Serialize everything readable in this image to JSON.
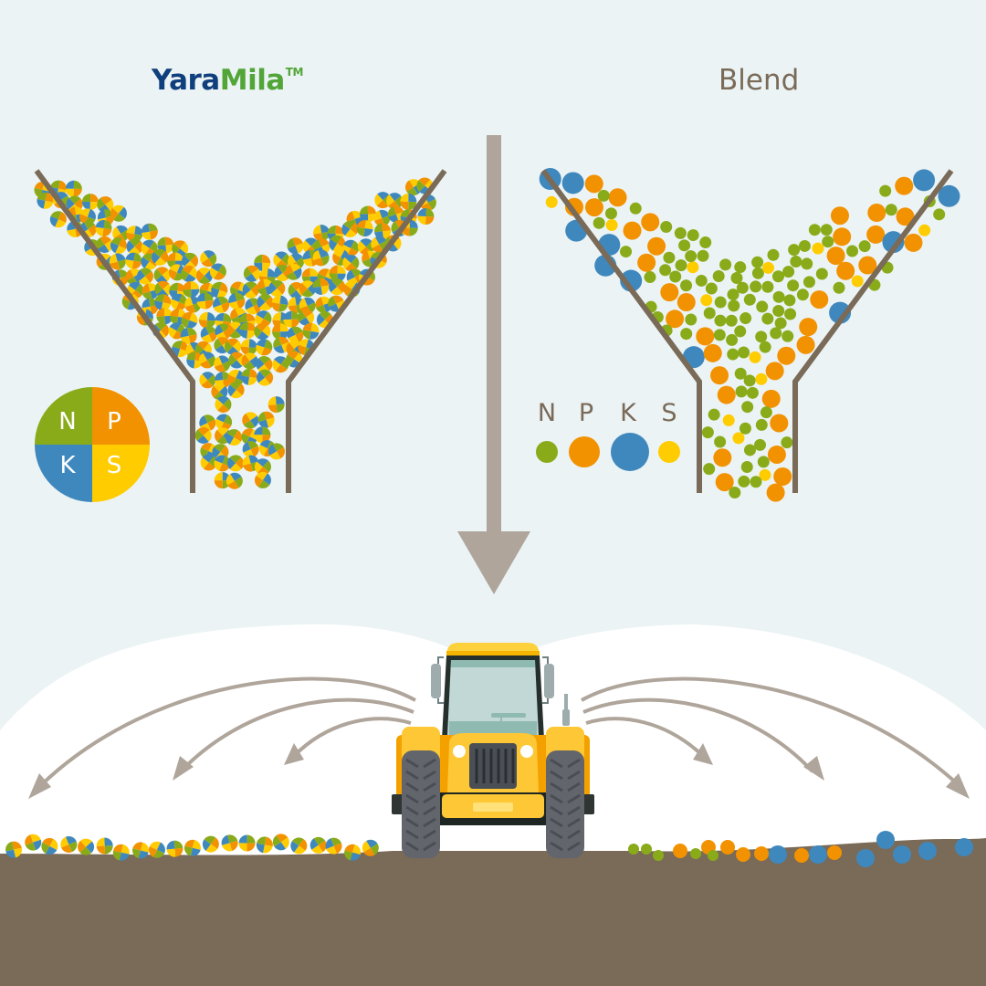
{
  "titles": {
    "left_brand_part1": "Yara",
    "left_brand_part2": "Mila",
    "left_brand_tm": "TM",
    "right": "Blend"
  },
  "colors": {
    "background": "#ebf3f5",
    "field": "#ffffff",
    "soil": "#7a6a58",
    "hopper": "#7a6a58",
    "arrow": "#afa59b",
    "N": "#8aab19",
    "P": "#f29200",
    "K": "#3f88bd",
    "S": "#ffcc00",
    "yara_blue": "#0f3f7d",
    "mila_green": "#52a537"
  },
  "yaramila_legend": {
    "type": "pie",
    "segments": [
      {
        "label": "N",
        "color_key": "N"
      },
      {
        "label": "P",
        "color_key": "P"
      },
      {
        "label": "K",
        "color_key": "K"
      },
      {
        "label": "S",
        "color_key": "S"
      }
    ]
  },
  "blend_legend": {
    "items": [
      {
        "label": "N",
        "color_key": "N",
        "relative_size": "small"
      },
      {
        "label": "P",
        "color_key": "P",
        "relative_size": "medium"
      },
      {
        "label": "K",
        "color_key": "K",
        "relative_size": "large"
      },
      {
        "label": "S",
        "color_key": "S",
        "relative_size": "small"
      }
    ]
  },
  "diagram": {
    "left_hopper": "YaraMila compound granules (each granule contains N, P, K, S)",
    "right_hopper": "Blend of separate N, P, K, S granules of different sizes",
    "center_arrow": "down",
    "spreader": "tractor",
    "left_spread_result": "even distribution of compound granules",
    "right_spread_result": "segregated distribution: small N near, large K far"
  }
}
